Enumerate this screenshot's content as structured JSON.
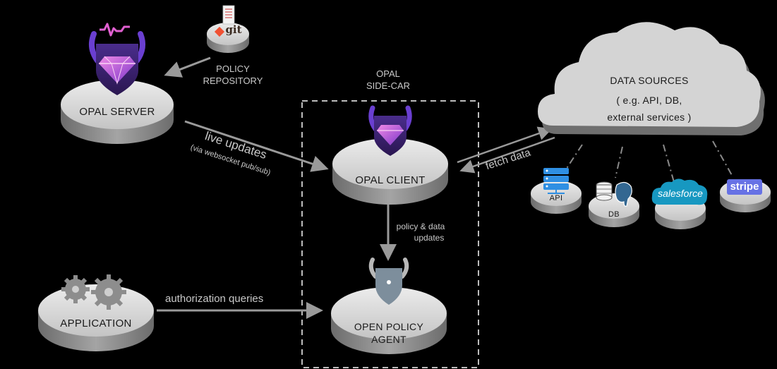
{
  "nodes": {
    "opal_server": "OPAL SERVER",
    "policy_repository": [
      "POLICY",
      "REPOSITORY"
    ],
    "git_logo": "git",
    "sidecar_title": [
      "OPAL",
      "SIDE-CAR"
    ],
    "opal_client": "OPAL CLIENT",
    "open_policy_agent": [
      "OPEN POLICY",
      "AGENT"
    ],
    "application": "APPLICATION",
    "data_sources": {
      "title": "DATA SOURCES",
      "line1": "( e.g. API, DB,",
      "line2": "external services )"
    },
    "api": "API",
    "db": "DB",
    "salesforce": "salesforce",
    "stripe": "stripe"
  },
  "edges": {
    "live_updates": "live updates",
    "live_updates_note": "(via websocket pub/sub)",
    "fetch_data": "fetch data",
    "policy_data_updates": [
      "policy & data",
      "updates"
    ],
    "authorization_queries": "authorization queries"
  },
  "colors": {
    "background": "#000000",
    "disc_top": "#d8d8d8",
    "disc_side": "#8c8c8c",
    "arrow": "#9a9a9a",
    "text_light": "#c9c9c9",
    "gem_purple": "#8a3fd1",
    "gem_pink": "#e86bd8",
    "horns": "#6a3fd0",
    "git_orange": "#f05133",
    "salesforce_blue": "#1798c1",
    "stripe_blue": "#6772e5",
    "opa_gray": "#7d8e9c"
  }
}
